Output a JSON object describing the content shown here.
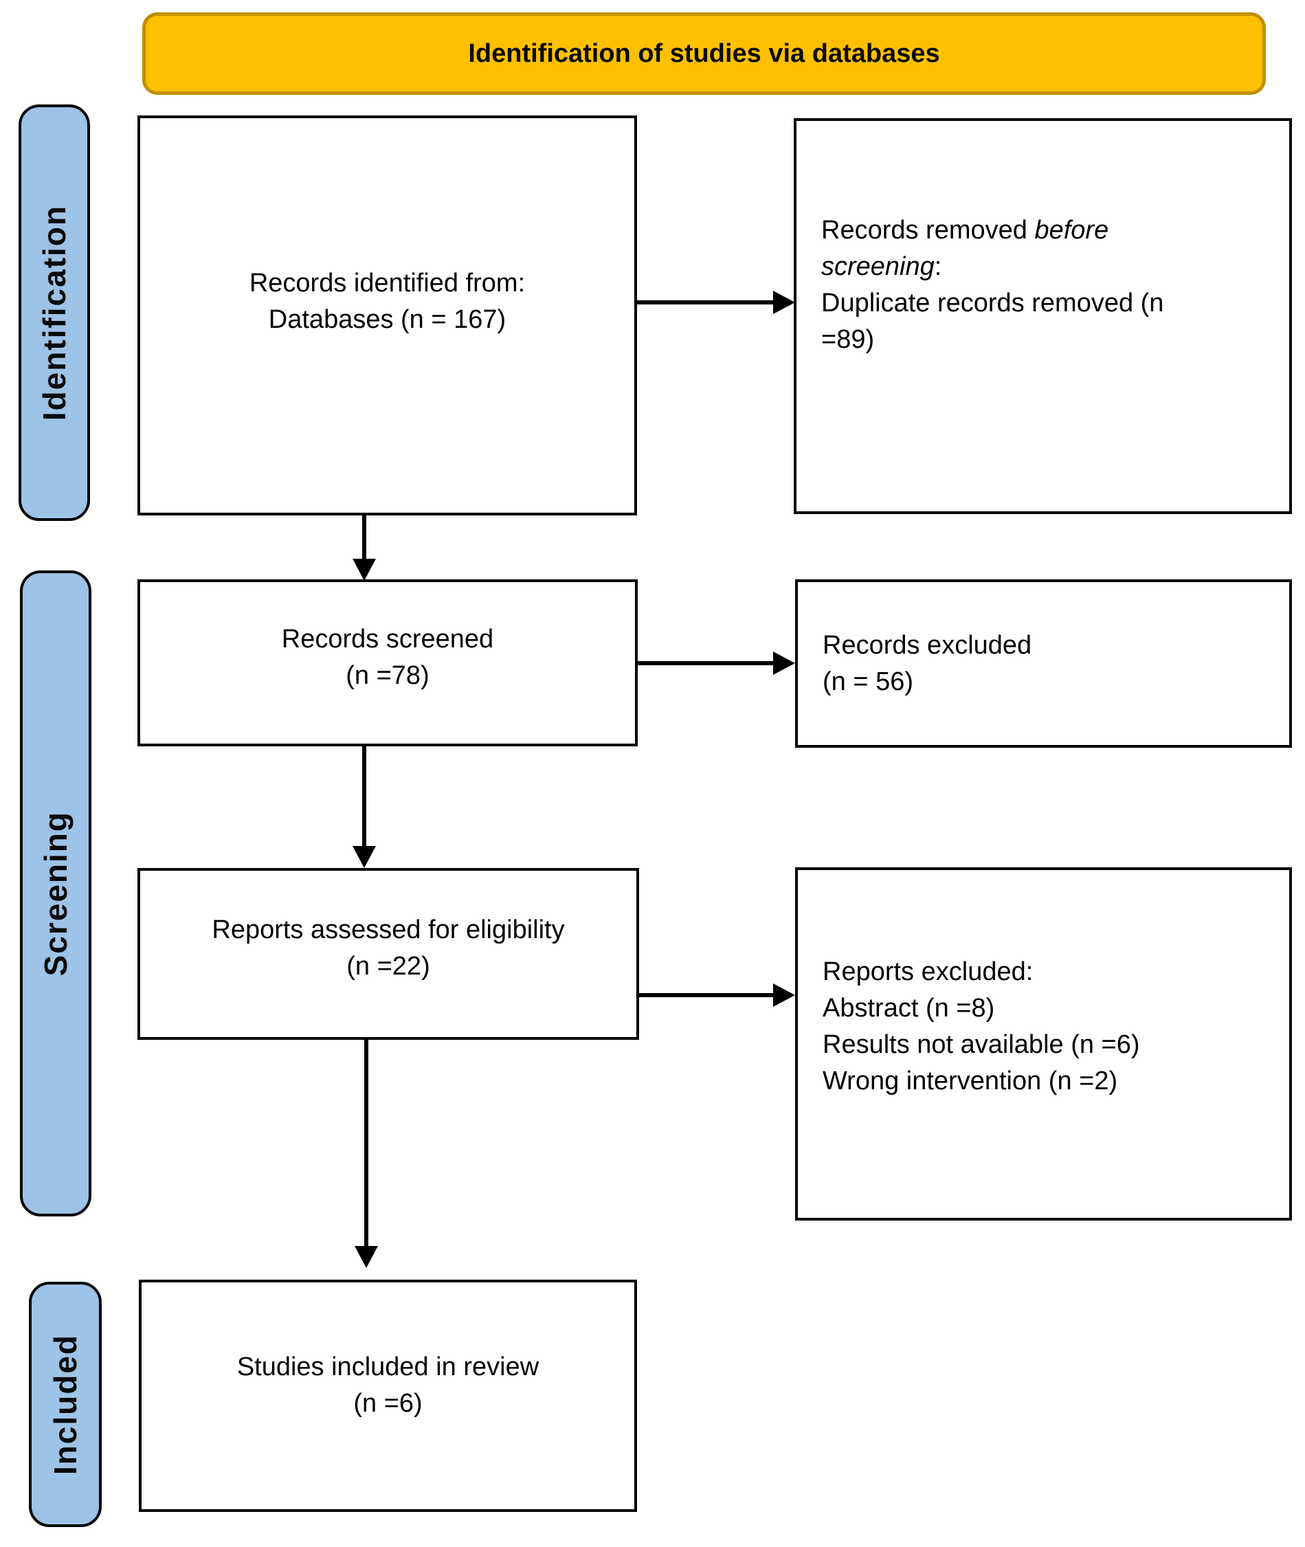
{
  "banner": {
    "title": "Identification of studies via databases"
  },
  "colors": {
    "banner_bg": "#FFC000",
    "banner_border": "#BF9000",
    "stage_bg": "#9DC3E6",
    "stage_border": "#000000",
    "box_border": "#000000",
    "arrow": "#000000",
    "text": "#000000"
  },
  "stages": [
    {
      "label": "Identification"
    },
    {
      "label": "Screening"
    },
    {
      "label": "Included"
    }
  ],
  "boxes": {
    "records_identified": {
      "lines": [
        "Records identified from:",
        "Databases (n = 167)"
      ]
    },
    "records_removed": {
      "line1_normal": "Records removed ",
      "line1_italic": "before",
      "line2_italic": "screening",
      "line2_normal": ":",
      "line3": "Duplicate records removed (n",
      "line4": "=89)"
    },
    "records_screened": {
      "lines": [
        "Records screened",
        "(n =78)"
      ]
    },
    "records_excluded": {
      "lines": [
        "Records excluded",
        "(n = 56)"
      ]
    },
    "reports_assessed": {
      "lines": [
        "Reports assessed for eligibility",
        "(n =22)"
      ]
    },
    "reports_excluded": {
      "lines": [
        "Reports excluded:",
        "Abstract (n =8)",
        "Results not available (n =6)",
        "Wrong intervention (n =2)"
      ]
    },
    "studies_included": {
      "lines": [
        "Studies included in review",
        "(n =6)"
      ]
    }
  }
}
